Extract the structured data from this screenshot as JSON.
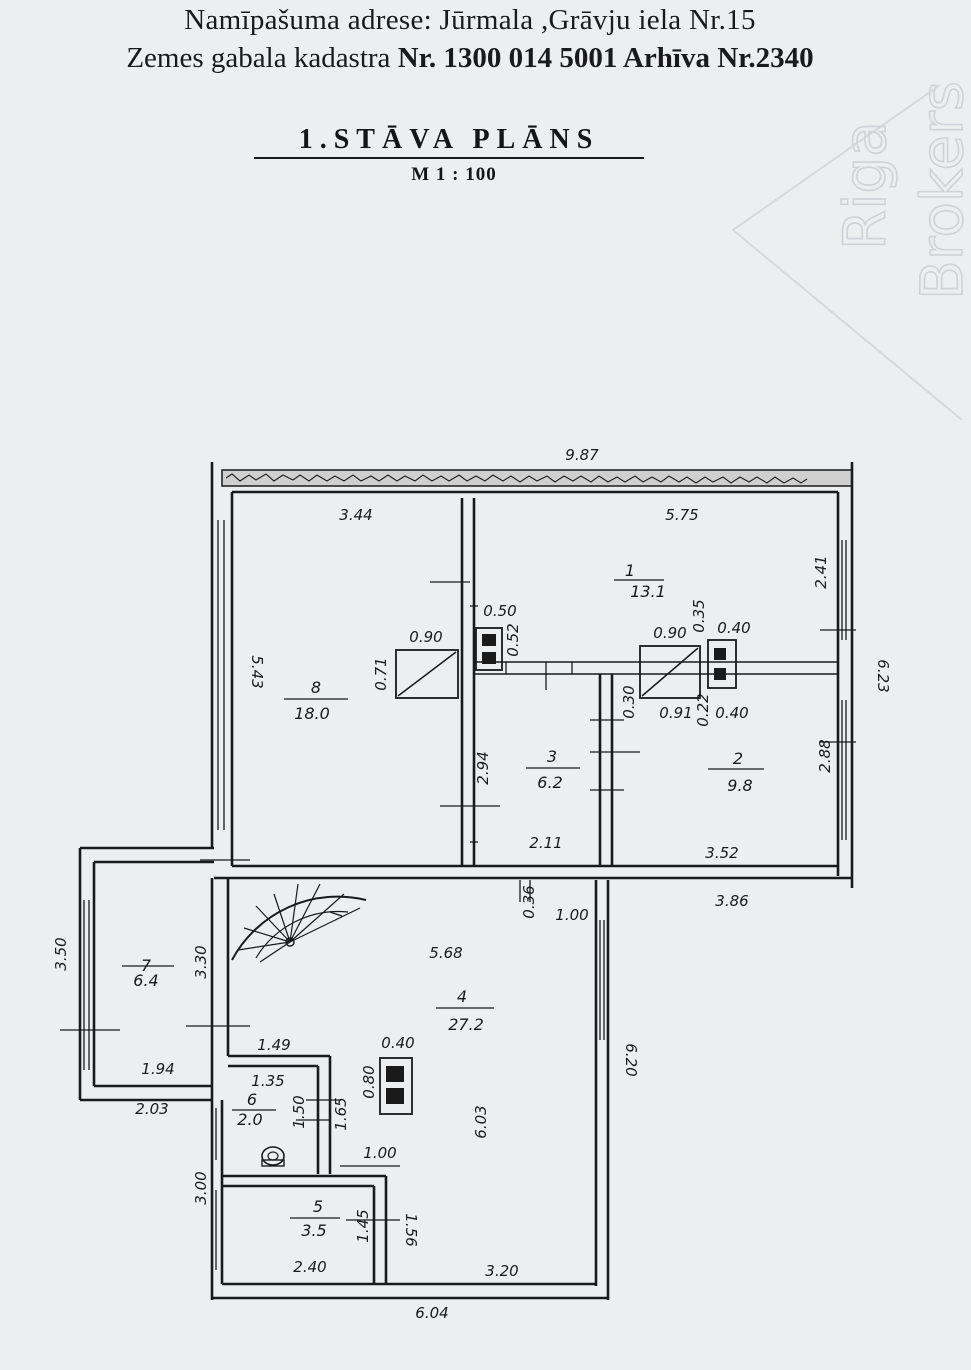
{
  "header": {
    "address_line": "Namīpašuma  adrese: Jūrmala ,Grāvju iela Nr.15",
    "cadastre_prefix": "Zemes gabala kadastra ",
    "cadastre_number": "Nr. 1300 014 5001",
    "archive_number": "  Arhīva Nr.2340"
  },
  "plan": {
    "title": "1.STĀVA PLĀNS",
    "scale": "M 1 : 100"
  },
  "watermark": {
    "line1": "Riga",
    "line2": "Brokers"
  },
  "rooms": [
    {
      "number": "1",
      "area": "13.1"
    },
    {
      "number": "2",
      "area": "9.8"
    },
    {
      "number": "3",
      "area": "6.2"
    },
    {
      "number": "4",
      "area": "27.2"
    },
    {
      "number": "5",
      "area": "3.5"
    },
    {
      "number": "6",
      "area": "2.0"
    },
    {
      "number": "7",
      "area": "6.4"
    },
    {
      "number": "8",
      "area": "18.0"
    }
  ],
  "dimensions": {
    "overall_top": "9.87",
    "room8_width": "3.44",
    "room1_width": "5.75",
    "room1_depth": "2.41",
    "right_total": "6.23",
    "room2_depth": "2.88",
    "room8_depth": "5.43",
    "room3_depth": "2.94",
    "chimney_top_w": "0.50",
    "chimney_top_h": "0.52",
    "stove8_w": "0.90",
    "stove8_h": "0.71",
    "stove2_w": "0.90",
    "stove2_h": "0.91",
    "stove2_side": "0.30",
    "chimney_right_top": "0.40",
    "chimney_right_h": "0.35",
    "chimney_right_bottom": "0.40",
    "chimney_right_side": "0.22",
    "room3_width": "2.11",
    "room2_width": "3.52",
    "right_bottom": "3.86",
    "step_h": "0.36",
    "step_w": "1.00",
    "hall_width": "5.68",
    "hall_depth": "6.20",
    "hall_inner": "6.03",
    "room7_depth": "3.50",
    "room7_inner": "3.30",
    "room7_width": "1.94",
    "left_bottom": "2.03",
    "stair_end": "1.49",
    "chimney_hall_w": "0.40",
    "chimney_hall_h": "0.80",
    "room6_width": "1.35",
    "room6_depth": "1.50",
    "room6_side": "1.65",
    "door_w": "1.00",
    "room5_depth": "3.00",
    "room5_inner": "1.45",
    "room5_side": "1.56",
    "room5_width": "2.40",
    "hall_bottom": "3.20",
    "overall_bottom": "6.04"
  }
}
